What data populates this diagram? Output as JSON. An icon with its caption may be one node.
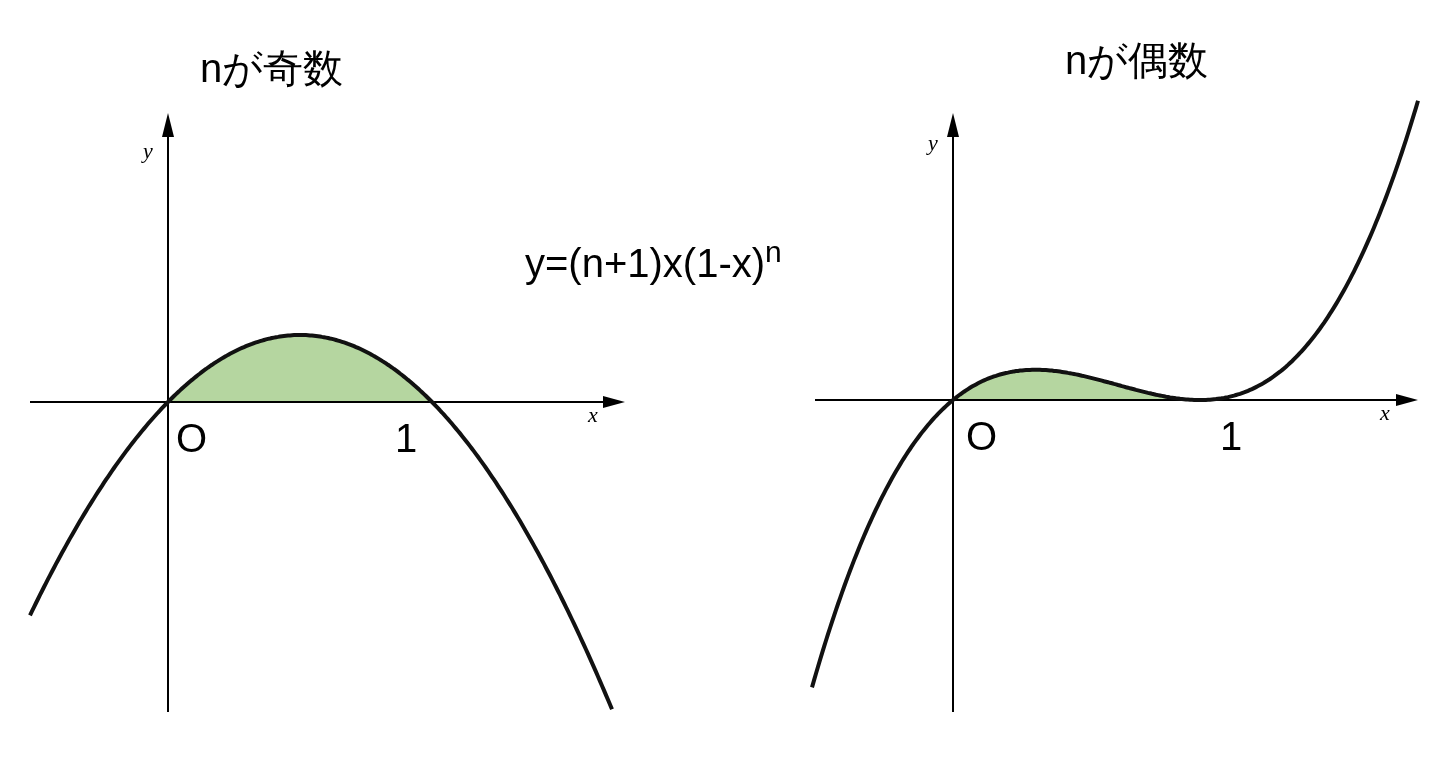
{
  "diagram": {
    "labels": [
      "nが奇数",
      "nが偶数",
      "y",
      "y",
      "y=(n+1)x(1-x)$^{n}$",
      "x",
      "O",
      "1",
      "x",
      "O",
      "1"
    ]
  }
}
